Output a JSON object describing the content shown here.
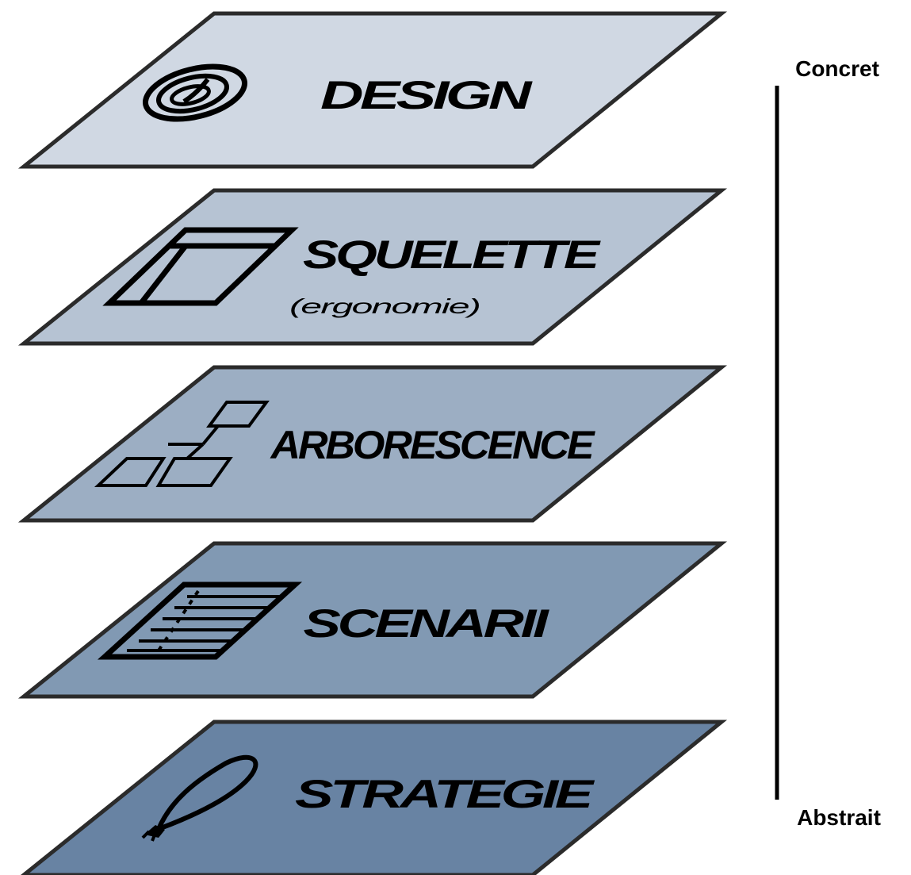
{
  "layers": [
    {
      "title": "DESIGN",
      "subtitle": "",
      "icon": "spiral-icon",
      "fill": "#d0d8e3"
    },
    {
      "title": "SQUELETTE",
      "subtitle": "(ergonomie)",
      "icon": "wireframe-icon",
      "fill": "#b6c3d3"
    },
    {
      "title": "ARBORESCENCE",
      "subtitle": "",
      "icon": "tree-icon",
      "fill": "#9caec3"
    },
    {
      "title": "SCENARII",
      "subtitle": "",
      "icon": "document-lines-icon",
      "fill": "#8199b3"
    },
    {
      "title": "STRATEGIE",
      "subtitle": "",
      "icon": "loop-icon",
      "fill": "#6883a3"
    }
  ],
  "scale": {
    "top_label": "Concret",
    "bottom_label": "Abstrait"
  }
}
